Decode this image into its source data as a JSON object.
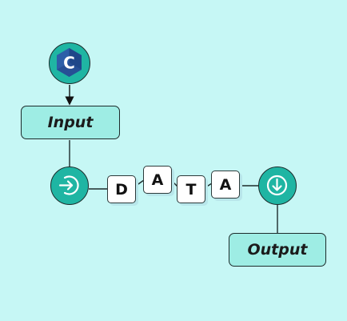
{
  "diagram": {
    "source": {
      "icon": "c-language-logo-icon",
      "glyph": "C"
    },
    "input_label": "Input",
    "output_label": "Output",
    "data_letters": [
      "D",
      "A",
      "T",
      "A"
    ],
    "enter_icon": "enter-arrow-icon",
    "exit_icon": "download-arrow-icon"
  },
  "colors": {
    "background": "#c6f7f5",
    "box_fill": "#9eede4",
    "circle_fill": "#1fb5a3",
    "logo_blue": "#2d5ea8",
    "outline": "#1d2b2b"
  }
}
